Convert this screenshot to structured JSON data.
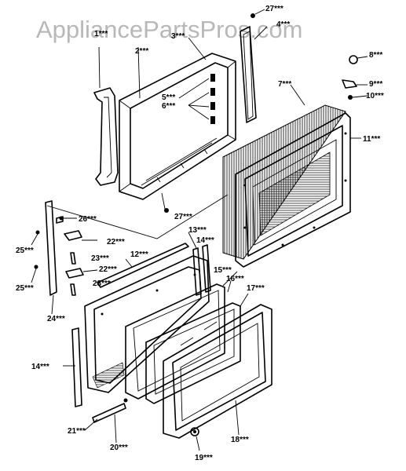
{
  "watermark": "AppliancePartsPros.com",
  "callouts": [
    {
      "key": "c27a",
      "text": "27***"
    },
    {
      "key": "c4",
      "text": "4***"
    },
    {
      "key": "c1",
      "text": "1***"
    },
    {
      "key": "c3",
      "text": "3***"
    },
    {
      "key": "c2",
      "text": "2***"
    },
    {
      "key": "c8",
      "text": "8***"
    },
    {
      "key": "c5",
      "text": "5***"
    },
    {
      "key": "c6",
      "text": "6***"
    },
    {
      "key": "c7",
      "text": "7***"
    },
    {
      "key": "c9",
      "text": "9***"
    },
    {
      "key": "c10",
      "text": "10***"
    },
    {
      "key": "c11",
      "text": "11***"
    },
    {
      "key": "c27b",
      "text": "27***"
    },
    {
      "key": "c26",
      "text": "26***"
    },
    {
      "key": "c25a",
      "text": "25***"
    },
    {
      "key": "c22a",
      "text": "22***"
    },
    {
      "key": "c23a",
      "text": "23***"
    },
    {
      "key": "c12",
      "text": "12***"
    },
    {
      "key": "c13",
      "text": "13***"
    },
    {
      "key": "c14a",
      "text": "14***"
    },
    {
      "key": "c22b",
      "text": "22***"
    },
    {
      "key": "c23b",
      "text": "23***"
    },
    {
      "key": "c25b",
      "text": "25***"
    },
    {
      "key": "c15",
      "text": "15***"
    },
    {
      "key": "c16",
      "text": "16***"
    },
    {
      "key": "c17",
      "text": "17***"
    },
    {
      "key": "c24",
      "text": "24***"
    },
    {
      "key": "c14b",
      "text": "14***"
    },
    {
      "key": "c21",
      "text": "21***"
    },
    {
      "key": "c18",
      "text": "18***"
    },
    {
      "key": "c20",
      "text": "20***"
    },
    {
      "key": "c19",
      "text": "19***"
    }
  ]
}
